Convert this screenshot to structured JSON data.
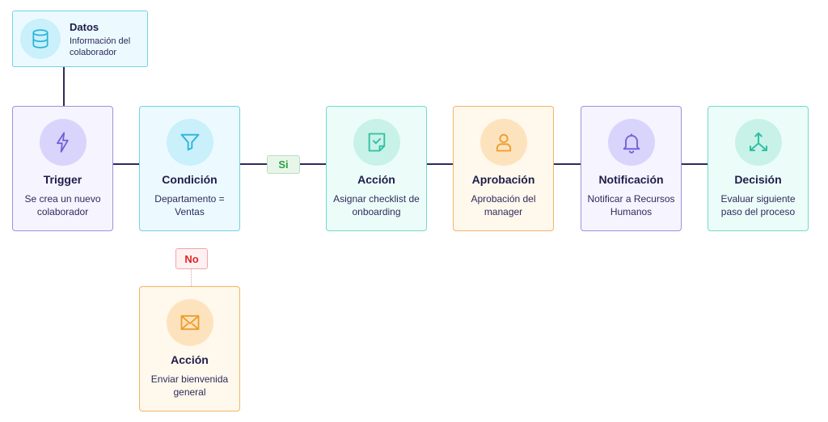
{
  "datos": {
    "title": "Datos",
    "desc": "Información del colaborador",
    "icon": "database-icon"
  },
  "nodes": [
    {
      "title": "Trigger",
      "desc": "Se crea un nuevo colaborador",
      "icon": "lightning-icon",
      "color": "#6f63d8"
    },
    {
      "title": "Condición",
      "desc": "Departamento = Ventas",
      "icon": "filter-icon",
      "color": "#2bb4d9"
    },
    {
      "title": "Acción",
      "desc": "Asignar checklist de onboarding",
      "icon": "checklist-icon",
      "color": "#2fc0a3"
    },
    {
      "title": "Aprobación",
      "desc": "Aprobación del manager",
      "icon": "user-icon",
      "color": "#ef9c2e"
    },
    {
      "title": "Notificación",
      "desc": "Notificar a Recursos Humanos",
      "icon": "bell-icon",
      "color": "#6f63d8"
    },
    {
      "title": "Decisión",
      "desc": "Evaluar siguiente paso del proceso",
      "icon": "split-arrows-icon",
      "color": "#2fc0a3"
    }
  ],
  "branch_yes": {
    "label": "Si",
    "color": "#2f9e3e"
  },
  "branch_no": {
    "label": "No",
    "color": "#e02424"
  },
  "no_node": {
    "title": "Acción",
    "desc": "Enviar bienvenida general",
    "icon": "envelope-icon",
    "color": "#ef9c2e"
  }
}
